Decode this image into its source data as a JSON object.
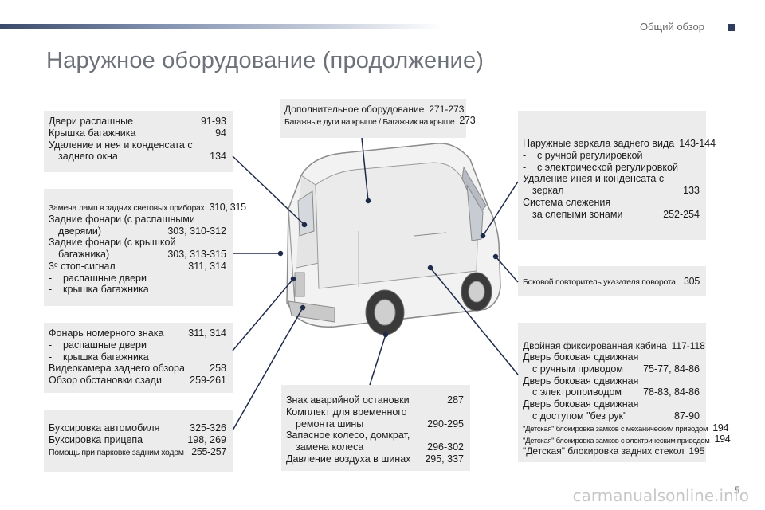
{
  "header": {
    "section": "Общий обзор",
    "title": "Наружное оборудование (продолжение)",
    "page_number": "5"
  },
  "boxes": {
    "b1": [
      {
        "t": "Двери распашные",
        "p": "91-93"
      },
      {
        "t": "Крышка багажника",
        "p": "94"
      },
      {
        "t": "Удаление и нея и конденсата с",
        "p": ""
      },
      {
        "t": "заднего окна",
        "p": "134"
      }
    ],
    "b2": [
      {
        "t": "Замена ламп в задних световых приборах",
        "p": "310, 315"
      },
      {
        "t": "Задние фонари (с распашными",
        "p": ""
      },
      {
        "t": "дверями)",
        "p": "303, 310-312"
      },
      {
        "t": "Задние фонари (с крышкой",
        "p": ""
      },
      {
        "t": "багажника)",
        "p": "303, 313-315"
      },
      {
        "t": "3ᵉ стоп-сигнал",
        "p": "311, 314"
      },
      {
        "t": "-    распашные двери",
        "p": ""
      },
      {
        "t": "-    крышка багажника",
        "p": ""
      }
    ],
    "b3": [
      {
        "t": "Фонарь номерного знака",
        "p": "311, 314"
      },
      {
        "t": "-    распашные двери",
        "p": ""
      },
      {
        "t": "-    крышка багажника",
        "p": ""
      },
      {
        "t": "Видеокамера заднего обзора",
        "p": "258"
      },
      {
        "t": "Обзор обстановки сзади",
        "p": "259-261"
      }
    ],
    "b4": [
      {
        "t": "Буксировка автомобиля",
        "p": "325-326"
      },
      {
        "t": "Буксировка прицепа",
        "p": "198, 269"
      },
      {
        "t": "Помощь при парковке задним ходом",
        "p": "255-257"
      }
    ],
    "b5": [
      {
        "t": "Дополнительное оборудование",
        "p": "271-273"
      },
      {
        "t": "Багажные дуги на крыше / Багажник на крыше",
        "p": "273"
      }
    ],
    "b6": [
      {
        "t": "Знак аварийной остановки",
        "p": "287"
      },
      {
        "t": "Комплект для временного",
        "p": ""
      },
      {
        "t": "ремонта шины",
        "p": "290-295"
      },
      {
        "t": "Запасное колесо, домкрат,",
        "p": ""
      },
      {
        "t": "замена колеса",
        "p": "296-302"
      },
      {
        "t": "Давление воздуха в шинах",
        "p": "295, 337"
      }
    ],
    "b7": [
      {
        "t": "Наружные зеркала заднего вида",
        "p": "143-144"
      },
      {
        "t": "-    с ручной регулировкой",
        "p": ""
      },
      {
        "t": "-    с электрической регулировкой",
        "p": ""
      },
      {
        "t": "Удаление инея и конденсата с",
        "p": ""
      },
      {
        "t": "зеркал",
        "p": "133"
      },
      {
        "t": "Система слежения",
        "p": ""
      },
      {
        "t": "за слепыми зонами",
        "p": "252-254"
      }
    ],
    "b8": [
      {
        "t": "Боковой повторитель указателя поворота",
        "p": "305"
      }
    ],
    "b9": [
      {
        "t": "Двойная фиксированная кабина",
        "p": "117-118"
      },
      {
        "t": "Дверь боковая сдвижная",
        "p": ""
      },
      {
        "t": "с ручным приводом",
        "p": "75-77, 84-86"
      },
      {
        "t": "Дверь боковая сдвижная",
        "p": ""
      },
      {
        "t": "с электроприводом",
        "p": "78-83, 84-86"
      },
      {
        "t": "Дверь боковая сдвижная",
        "p": ""
      },
      {
        "t": "с доступом \"без рук\"",
        "p": "87-90"
      },
      {
        "t": "\"Детская\" блокировка замков с механическим приводом",
        "p": "194"
      },
      {
        "t": "\"Детская\" блокировка замков с электрическим приводом",
        "p": "194"
      },
      {
        "t": "\"Детская\" блокировка задних стекол",
        "p": "195"
      }
    ]
  },
  "watermark": "carmanualsonline.info",
  "colors": {
    "box_bg": "#ececec",
    "accent": "#2f3c5c",
    "line": "#1e2a4a"
  }
}
